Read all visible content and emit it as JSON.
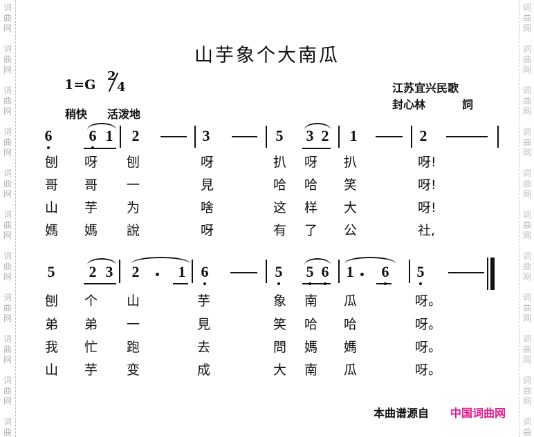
{
  "watermark": {
    "chars": [
      "词",
      "曲",
      "网"
    ],
    "color": "#b8b8b8"
  },
  "title": "山芋象个大南瓜",
  "key": "1=G",
  "time_signature": {
    "numerator": "2",
    "denominator": "4"
  },
  "tempo": [
    "稍快",
    "活泼地"
  ],
  "origin": "江苏宜兴民歌",
  "lyricist": {
    "name": "封心林",
    "role": "詞"
  },
  "rows": [
    {
      "notes": [
        {
          "n": "6",
          "low": true
        },
        {
          "n": "6",
          "low": true
        },
        {
          "n": "1"
        },
        {
          "n": "2"
        },
        {
          "n": "—"
        },
        {
          "n": "3"
        },
        {
          "n": "—"
        },
        {
          "n": "5"
        },
        {
          "n": "3"
        },
        {
          "n": "2"
        },
        {
          "n": "1"
        },
        {
          "n": "—"
        },
        {
          "n": "2"
        },
        {
          "n": "—"
        }
      ],
      "verses": [
        [
          "刨",
          "呀",
          "刨",
          "呀",
          "扒",
          "呀",
          "扒",
          "呀!"
        ],
        [
          "哥",
          "哥",
          "一",
          "見",
          "哈",
          "哈",
          "笑",
          "呀!"
        ],
        [
          "山",
          "芋",
          "为",
          "啥",
          "这",
          "样",
          "大",
          "呀!"
        ],
        [
          "媽",
          "媽",
          "說",
          "呀",
          "有",
          "了",
          "公",
          "社,"
        ]
      ]
    },
    {
      "notes": [
        {
          "n": "5"
        },
        {
          "n": "2"
        },
        {
          "n": "3"
        },
        {
          "n": "2"
        },
        {
          "n": "·"
        },
        {
          "n": "1"
        },
        {
          "n": "6",
          "low": true
        },
        {
          "n": "—"
        },
        {
          "n": "5",
          "low": true
        },
        {
          "n": "5",
          "low": true
        },
        {
          "n": "6",
          "low": true
        },
        {
          "n": "1"
        },
        {
          "n": "·"
        },
        {
          "n": "6",
          "low": true
        },
        {
          "n": "5",
          "low": true
        },
        {
          "n": "—"
        }
      ],
      "verses": [
        [
          "刨",
          "个",
          "山",
          "芋",
          "象",
          "南",
          "瓜",
          "呀。"
        ],
        [
          "弟",
          "弟",
          "一",
          "見",
          "笑",
          "哈",
          "哈",
          "呀。"
        ],
        [
          "我",
          "忙",
          "跑",
          "去",
          "問",
          "媽",
          "媽",
          "呀。"
        ],
        [
          "山",
          "芋",
          "变",
          "成",
          "大",
          "南",
          "瓜",
          "呀。"
        ]
      ]
    }
  ],
  "footer": {
    "source_label": "本曲谱源自",
    "site_name": "中国词曲网",
    "site_color": "#e8168c"
  }
}
